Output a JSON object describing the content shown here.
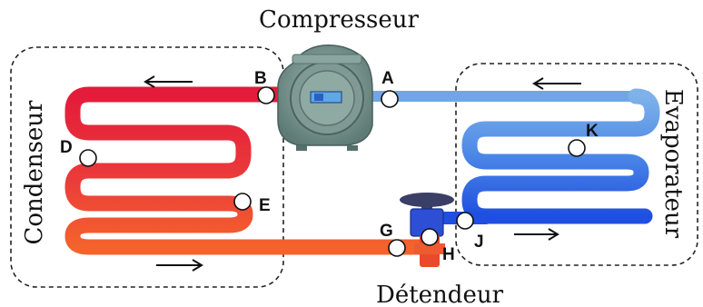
{
  "labels": {
    "compressor": "Compresseur",
    "condenser": "Condenseur",
    "evaporator": "Evaporateur",
    "expansion_valve": "Détendeur"
  },
  "points": {
    "A": "A",
    "B": "B",
    "D": "D",
    "E": "E",
    "G": "G",
    "H": "H",
    "J": "J",
    "K": "K"
  },
  "colors": {
    "hot_pipe": "#e0213c",
    "warm_pipe": "#f2602f",
    "cold_pipe": "#2f6fe0",
    "suction_pipe": "#6fa7e6",
    "valve_body": "#2d4fd6",
    "compressor_body": "#6d8b86"
  }
}
